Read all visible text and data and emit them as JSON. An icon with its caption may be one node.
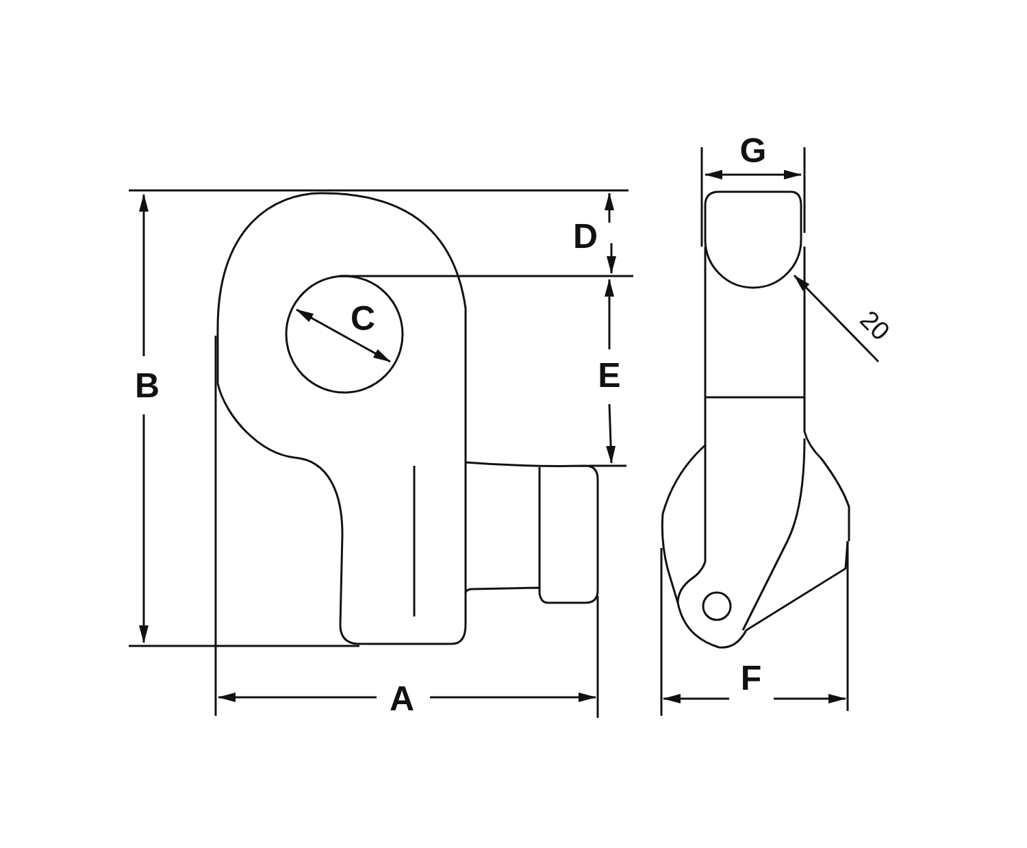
{
  "diagram": {
    "labels": [
      "G",
      "D",
      "C",
      "20",
      "E",
      "B",
      "A",
      "F"
    ]
  }
}
